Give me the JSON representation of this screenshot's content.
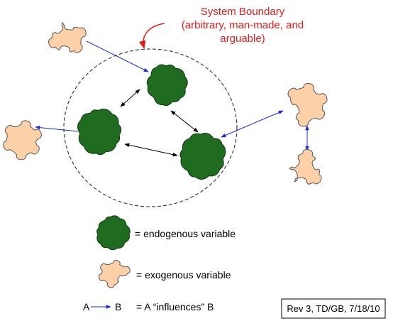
{
  "title": {
    "line1": "System Boundary",
    "line2": "(arbitrary, man-made, and",
    "line3": "arguable)"
  },
  "legend": {
    "endogenous": "= endogenous variable",
    "exogenous": "= exogenous variable",
    "arrow_from": "A",
    "arrow_to": "B",
    "influence": "= A “influences” B"
  },
  "revision": "Rev 3, TD/GB, 7/18/10",
  "colors": {
    "endogenous_fill": "#1f6b1f",
    "endogenous_stroke": "#0b3d0b",
    "exogenous_fill": "#fcd1a8",
    "exogenous_stroke": "#555555",
    "cross_boundary_arrow": "#1a2bd6",
    "internal_arrow": "#000000",
    "title": "#e31b1b"
  }
}
